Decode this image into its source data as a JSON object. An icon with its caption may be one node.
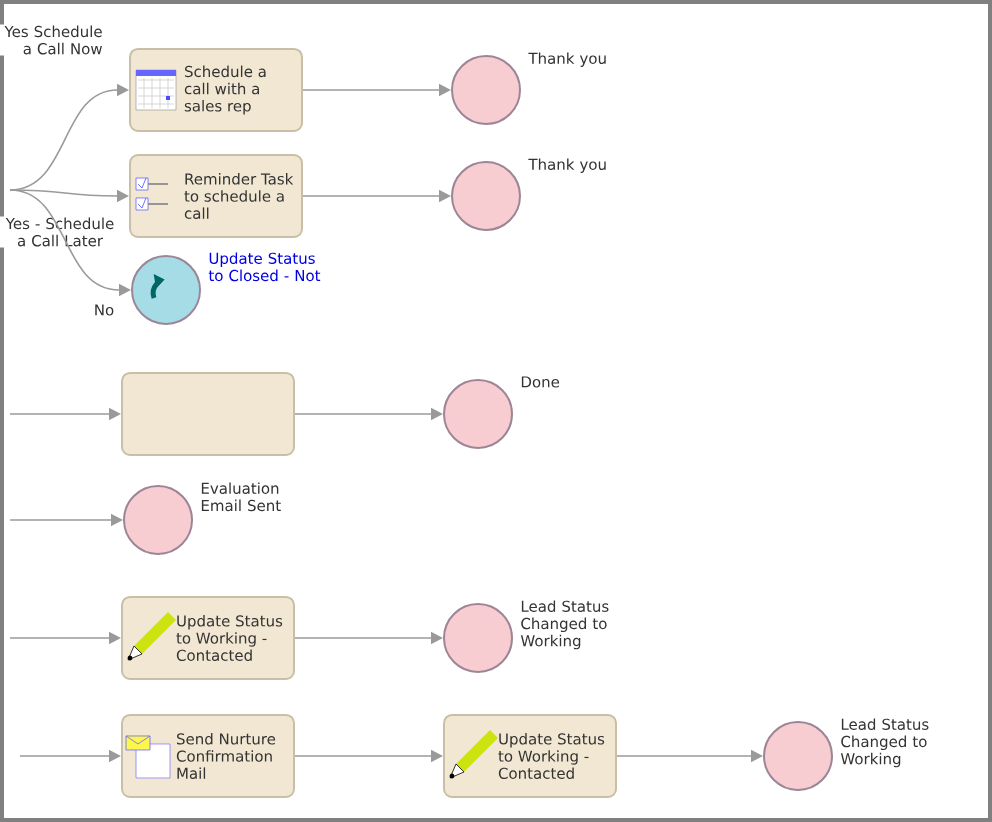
{
  "diagram": {
    "nodes": [
      {
        "text": [
          "Schedule a call with a sales rep"
        ]
      },
      {
        "text": [],
        "shape": "circle",
        "beside": [
          "Thank you"
        ]
      },
      {
        "text": [
          "Reminder Task to schedule a call"
        ]
      },
      {
        "text": [],
        "shape": "circle",
        "beside": [
          "Thank you"
        ]
      },
      {
        "text": [],
        "shape": "circle",
        "beside": [
          "Update Status to Closed - Not"
        ]
      },
      {
        "text": [],
        "shape": "box"
      },
      {
        "text": [],
        "shape": "circle",
        "beside": [
          "Done"
        ]
      },
      {
        "text": [],
        "shape": "circle",
        "beside": [
          "Evaluation Email Sent"
        ]
      },
      {
        "text": [
          "Update Status to Working - Contacted"
        ]
      },
      {
        "text": [],
        "shape": "circle",
        "beside": [
          "Lead Status Changed to Working"
        ]
      },
      {
        "text": [
          "Send Nurture Confirmation Mail"
        ]
      },
      {
        "text": [
          "Update Status to Working - Contacted"
        ]
      },
      {
        "text": [],
        "shape": "circle",
        "beside": [
          "Lead Status Changed to Working"
        ]
      }
    ],
    "edges": [
      {
        "from": null,
        "to": 0,
        "arrow": "to",
        "label": "Yes Schedule a Call Now"
      },
      {
        "from": 0,
        "to": 1,
        "arrow": "to"
      },
      {
        "from": null,
        "to": 2,
        "arrow": "to",
        "label": "Yes - Schedule a Call Later"
      },
      {
        "from": 2,
        "to": 3,
        "arrow": "to"
      },
      {
        "from": null,
        "to": 4,
        "arrow": "to",
        "label": "No"
      },
      {
        "from": null,
        "to": 5,
        "arrow": "to"
      },
      {
        "from": 5,
        "to": 6,
        "arrow": "to"
      },
      {
        "from": null,
        "to": 7,
        "arrow": "to"
      },
      {
        "from": null,
        "to": 8,
        "arrow": "to"
      },
      {
        "from": 8,
        "to": 9,
        "arrow": "to"
      },
      {
        "from": null,
        "to": 10,
        "arrow": "to"
      },
      {
        "from": 10,
        "to": 11,
        "arrow": "to"
      },
      {
        "from": 11,
        "to": 12,
        "arrow": "to"
      }
    ]
  }
}
